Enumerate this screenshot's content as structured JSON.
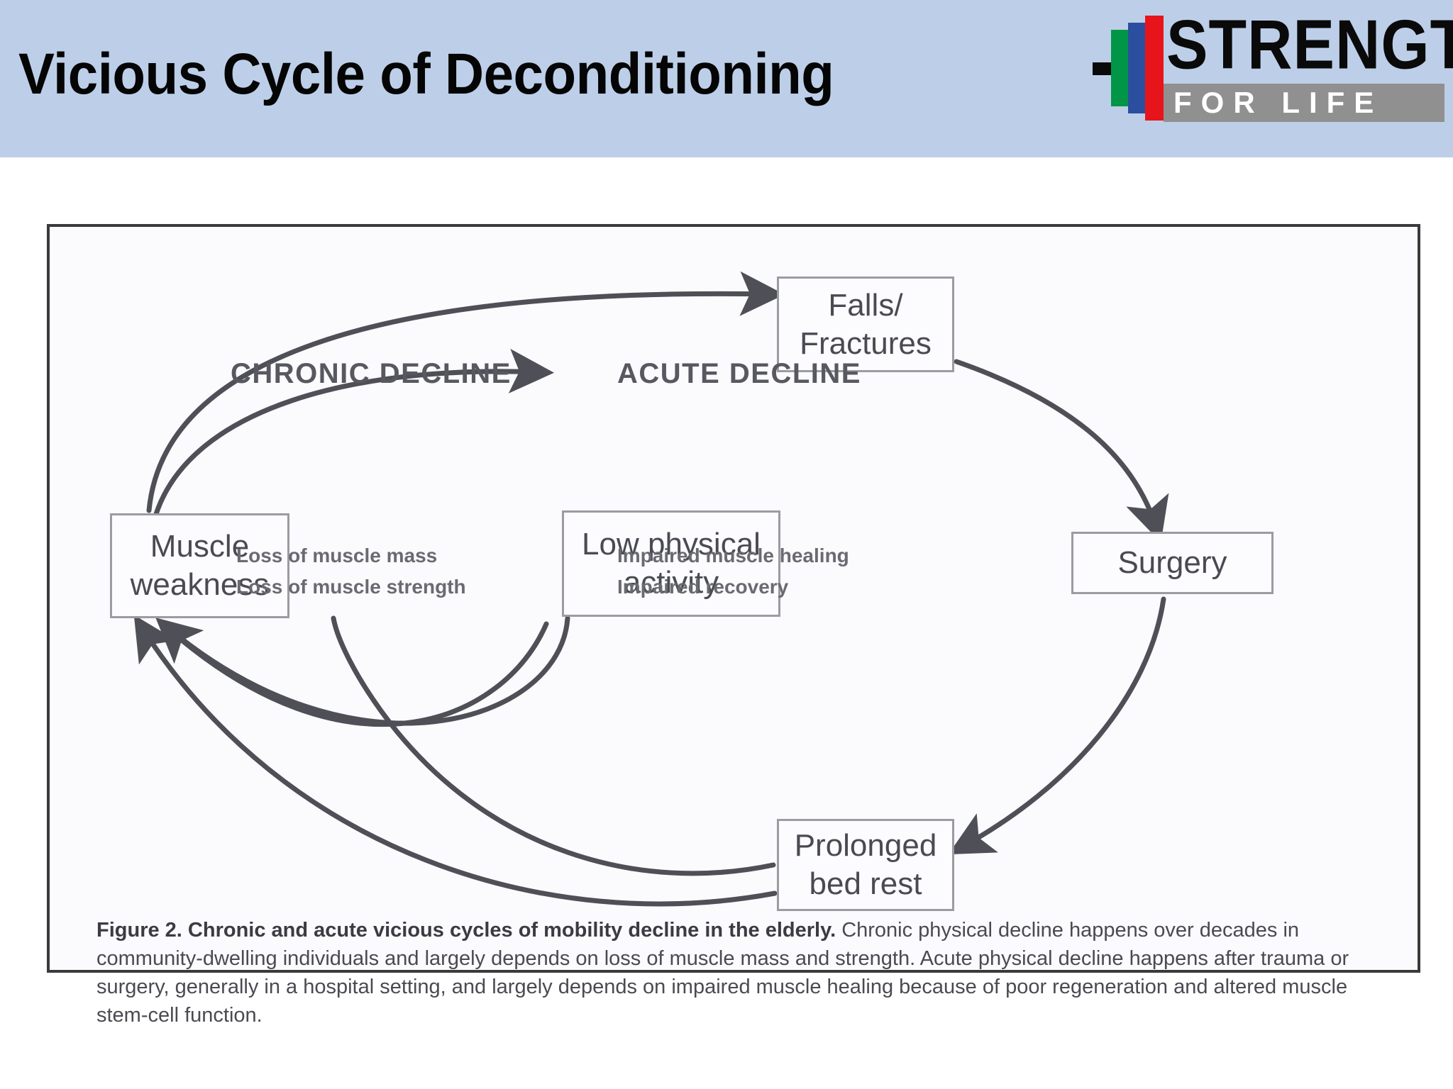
{
  "header": {
    "title": "Vicious Cycle of Deconditioning",
    "background_color": "#bdcfe8",
    "logo": {
      "wordmark_top": "STRENGTH",
      "wordmark_bottom": "FOR LIFE",
      "bar_colors": [
        "#009547",
        "#2b4f9e",
        "#e8141b"
      ],
      "band_color": "#909090"
    }
  },
  "figure": {
    "nodes": [
      {
        "id": "falls",
        "label": "Falls/\nFractures"
      },
      {
        "id": "surgery",
        "label": "Surgery"
      },
      {
        "id": "bedrest",
        "label": "Prolonged\nbed rest"
      },
      {
        "id": "lowphys",
        "label": "Low physical\nactivity"
      },
      {
        "id": "muscle",
        "label": "Muscle\nweakness"
      }
    ],
    "sections": [
      {
        "id": "chronic",
        "heading": "CHRONIC DECLINE",
        "bullets": "Loss of muscle mass\nLoss of muscle strength"
      },
      {
        "id": "acute",
        "heading": "ACUTE DECLINE",
        "bullets": "Impaired muscle healing\nImpaired recovery"
      }
    ],
    "caption_bold": "Figure 2. Chronic and acute vicious cycles of mobility decline in the elderly.",
    "caption_body": " Chronic physical decline happens over decades in community-dwelling individuals and largely depends on loss of muscle mass and strength. Acute physical decline happens after trauma or surgery, generally in a hospital setting, and largely depends on impaired muscle healing because of poor regeneration and altered muscle stem-cell function.",
    "stroke_color": "#4f4f57",
    "node_border_color": "#9b9ba2"
  }
}
